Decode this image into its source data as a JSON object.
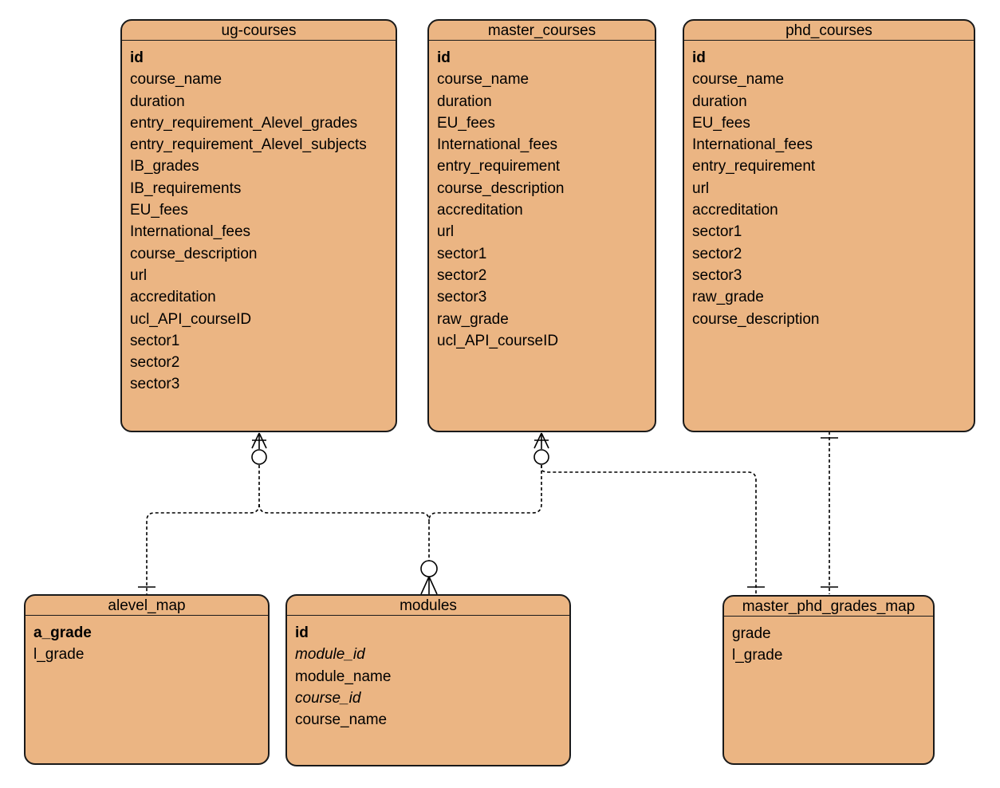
{
  "entities": {
    "ug_courses": {
      "name": "ug-courses",
      "fields": [
        {
          "name": "id",
          "style": "bold"
        },
        {
          "name": "course_name",
          "style": "normal"
        },
        {
          "name": "duration",
          "style": "normal"
        },
        {
          "name": "entry_requirement_Alevel_grades",
          "style": "normal"
        },
        {
          "name": "entry_requirement_Alevel_subjects",
          "style": "normal"
        },
        {
          "name": "IB_grades",
          "style": "normal"
        },
        {
          "name": "IB_requirements",
          "style": "normal"
        },
        {
          "name": "EU_fees",
          "style": "normal"
        },
        {
          "name": "International_fees",
          "style": "normal"
        },
        {
          "name": "course_description",
          "style": "normal"
        },
        {
          "name": "url",
          "style": "normal"
        },
        {
          "name": "accreditation",
          "style": "normal"
        },
        {
          "name": "ucl_API_courseID",
          "style": "normal"
        },
        {
          "name": "sector1",
          "style": "normal"
        },
        {
          "name": "sector2",
          "style": "normal"
        },
        {
          "name": "sector3",
          "style": "normal"
        }
      ]
    },
    "master_courses": {
      "name": "master_courses",
      "fields": [
        {
          "name": "id",
          "style": "bold"
        },
        {
          "name": "course_name",
          "style": "normal"
        },
        {
          "name": "duration",
          "style": "normal"
        },
        {
          "name": "EU_fees",
          "style": "normal"
        },
        {
          "name": "International_fees",
          "style": "normal"
        },
        {
          "name": "entry_requirement",
          "style": "normal"
        },
        {
          "name": "course_description",
          "style": "normal"
        },
        {
          "name": "accreditation",
          "style": "normal"
        },
        {
          "name": "url",
          "style": "normal"
        },
        {
          "name": "sector1",
          "style": "normal"
        },
        {
          "name": "sector2",
          "style": "normal"
        },
        {
          "name": "sector3",
          "style": "normal"
        },
        {
          "name": "raw_grade",
          "style": "normal"
        },
        {
          "name": "ucl_API_courseID",
          "style": "normal"
        }
      ]
    },
    "phd_courses": {
      "name": "phd_courses",
      "fields": [
        {
          "name": "id",
          "style": "bold"
        },
        {
          "name": "course_name",
          "style": "normal"
        },
        {
          "name": "duration",
          "style": "normal"
        },
        {
          "name": "EU_fees",
          "style": "normal"
        },
        {
          "name": "International_fees",
          "style": "normal"
        },
        {
          "name": "entry_requirement",
          "style": "normal"
        },
        {
          "name": "url",
          "style": "normal"
        },
        {
          "name": "accreditation",
          "style": "normal"
        },
        {
          "name": "sector1",
          "style": "normal"
        },
        {
          "name": "sector2",
          "style": "normal"
        },
        {
          "name": "sector3",
          "style": "normal"
        },
        {
          "name": "raw_grade",
          "style": "normal"
        },
        {
          "name": "course_description",
          "style": "normal"
        }
      ]
    },
    "alevel_map": {
      "name": "alevel_map",
      "fields": [
        {
          "name": "a_grade",
          "style": "bold"
        },
        {
          "name": "l_grade",
          "style": "normal"
        }
      ]
    },
    "modules": {
      "name": "modules",
      "fields": [
        {
          "name": "id",
          "style": "bold"
        },
        {
          "name": "module_id",
          "style": "italic"
        },
        {
          "name": "module_name",
          "style": "normal"
        },
        {
          "name": "course_id",
          "style": "italic"
        },
        {
          "name": "course_name",
          "style": "normal"
        }
      ]
    },
    "master_phd_grades_map": {
      "name": "master_phd_grades_map",
      "fields": [
        {
          "name": "grade",
          "style": "normal"
        },
        {
          "name": "l_grade",
          "style": "normal"
        }
      ]
    }
  },
  "colors": {
    "entity_fill": "#ebb583",
    "border": "#1a1a1a",
    "connector": "#000000"
  }
}
